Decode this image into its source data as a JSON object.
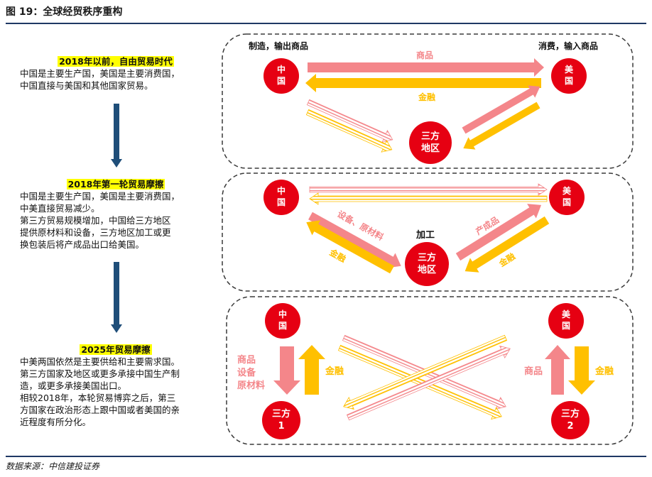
{
  "header": {
    "title": "图 19：全球经贸秩序重构"
  },
  "footer": {
    "source": "数据来源：中信建投证券"
  },
  "stages": [
    {
      "heading": "2018年以前，自由贸易时代",
      "body": "中国是主要生产国，美国是主要消费国，\n中国直接与美国和其他国家贸易。"
    },
    {
      "heading": "2018年第一轮贸易摩擦",
      "body": "中国是主要生产国，美国是主要消费国，\n中美直接贸易减少。\n第三方贸易规模增加，中国给三方地区\n提供原材料和设备，三方地区加工或更\n换包装后将产成品出口给美国。"
    },
    {
      "heading": "2025年贸易摩擦",
      "body": "中美两国依然是主要供给和主要需求国。\n第三方国家及地区或更多承接中国生产制\n造，或更多承接美国出口。\n相较2018年，本轮贸易博弈之后，第三\n方国家在政治形态上跟中国或者美国的亲\n近程度有所分化。"
    }
  ],
  "panel1": {
    "china_line1": "中",
    "china_line2": "国",
    "us_line1": "美",
    "us_line2": "国",
    "third_line1": "三方",
    "third_line2": "地区",
    "left_caption": "制造，输出商品",
    "right_caption": "消费，输入商品",
    "goods": "商品",
    "finance": "金融"
  },
  "panel2": {
    "china_line1": "中",
    "china_line2": "国",
    "us_line1": "美",
    "us_line2": "国",
    "third_line1": "三方",
    "third_line2": "地区",
    "equipment": "设备、原材料",
    "processing": "加工",
    "products": "产成品",
    "finance_left": "金融",
    "finance_right": "金融"
  },
  "panel3": {
    "china_line1": "中",
    "china_line2": "国",
    "us_line1": "美",
    "us_line2": "国",
    "third1_line1": "三方",
    "third1_line2": "1",
    "third2_line1": "三方",
    "third2_line2": "2",
    "goods_line1": "商品",
    "goods_line2": "设备",
    "goods_line3": "原材料",
    "finance_left": "金融",
    "goods_right": "商品",
    "finance_right": "金融"
  },
  "colors": {
    "node_red": "#e60012",
    "goods_pink": "#f4868a",
    "finance_gold": "#ffc000",
    "arrow_navy": "#1f4e79",
    "rule_navy": "#1f3864",
    "highlight": "#ffff00"
  }
}
